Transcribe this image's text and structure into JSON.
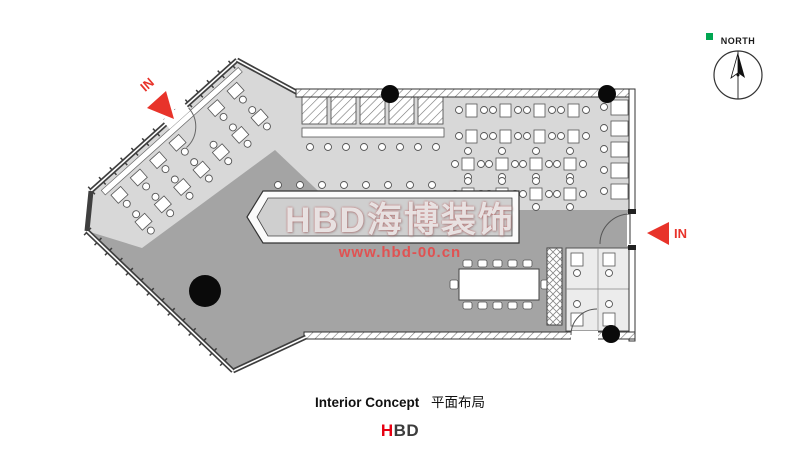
{
  "compass": {
    "label": "NORTH"
  },
  "entrances": {
    "left_label": "IN",
    "right_label": "IN"
  },
  "watermark": {
    "title": "HBD海博装饰",
    "url": "www.hbd-00.cn"
  },
  "caption": {
    "en": "Interior Concept",
    "zh": "平面布局"
  },
  "logo": {
    "h": "H",
    "bd": "BD"
  },
  "colors": {
    "accent_red": "#e8332a",
    "brand_red": "#e60012",
    "brand_green": "#00a651",
    "floor_dark": "#a4a4a4",
    "floor_light": "#d8d8d8",
    "wall": "#3f3f3f"
  }
}
